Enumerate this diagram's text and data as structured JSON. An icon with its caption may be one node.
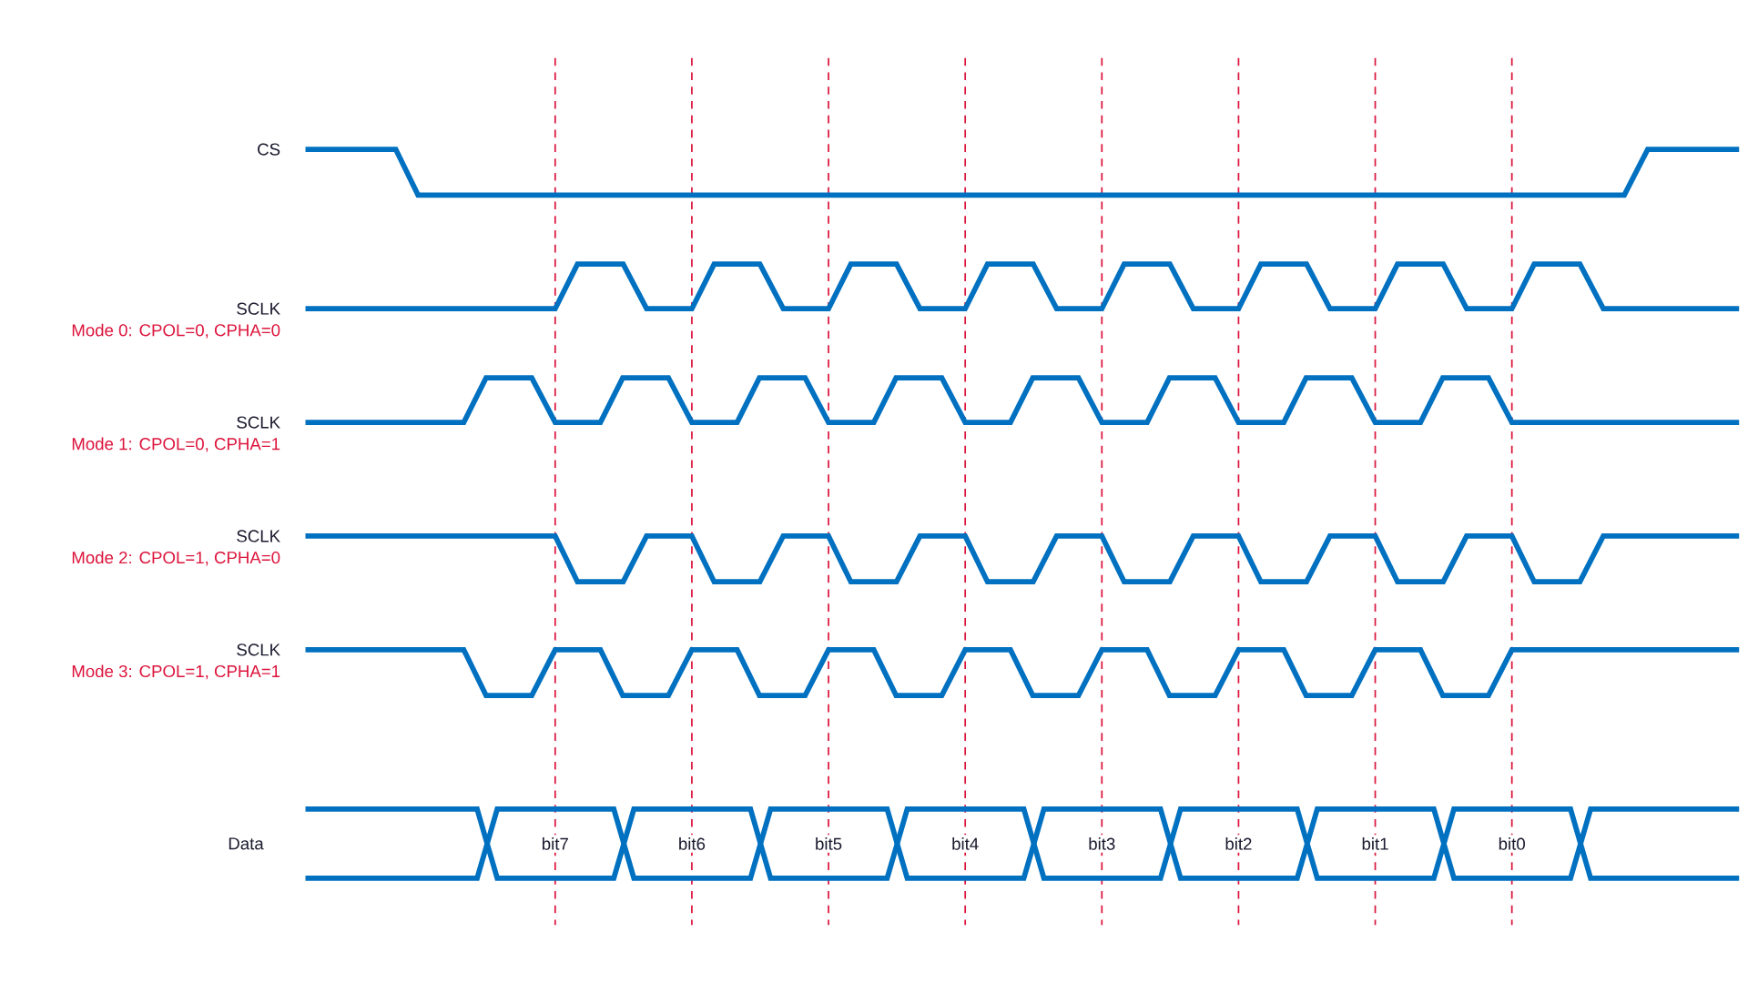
{
  "diagram": {
    "nodes": [
      {
        "text": [
          "bit7"
        ]
      },
      {
        "text": [
          "bit6"
        ]
      },
      {
        "text": [
          "bit5"
        ]
      },
      {
        "text": [
          "bit4"
        ]
      },
      {
        "text": [
          "bit3"
        ]
      },
      {
        "text": [
          "bit2"
        ]
      },
      {
        "text": [
          "bit1"
        ]
      },
      {
        "text": [
          "bit0"
        ]
      }
    ],
    "labels": [
      "CS",
      "SCLK",
      "Mode 0: CPOL=0, CPHA=0",
      "SCLK",
      "Mode 1: CPOL=0, CPHA=1",
      "SCLK",
      "Mode 2: CPOL=1, CPHA=0",
      "SCLK",
      "Mode 3: CPOL=1, CPHA=1",
      "Data"
    ]
  }
}
